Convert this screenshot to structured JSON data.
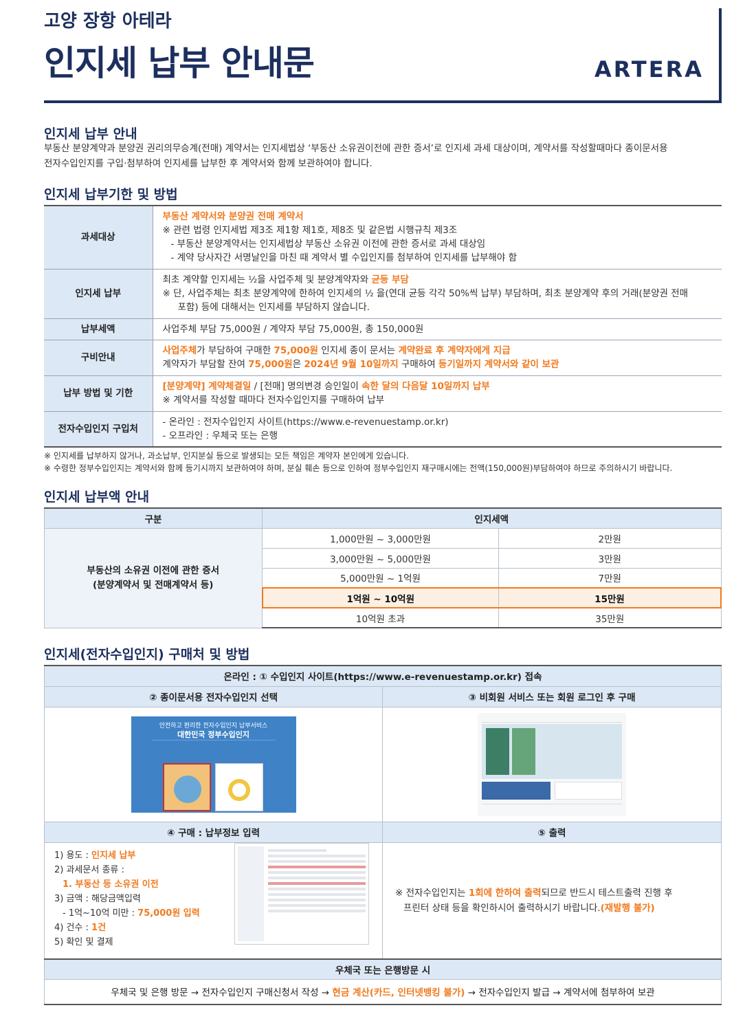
{
  "header": {
    "subtitle": "고양 장항 아테라",
    "title": "인지세 납부 안내문",
    "logo": "ARTERA"
  },
  "intro": {
    "title": "인지세 납부 안내",
    "line1": "부동산 분양계약과 분양권 권리의무승계(전매) 계약서는 인지세법상 ‘부동산 소유권이전에 관한 증서’로 인지세 과세 대상이며, 계약서를 작성할때마다 종이문서용",
    "line2": "전자수입인지를 구입·첨부하여 인지세를 납부한 후 계약서와 함께 보관하여야 합니다."
  },
  "method": {
    "title": "인지세 납부기한 및 방법",
    "rows": {
      "target": {
        "head": "과세대상",
        "l1": "부동산 계약서와 분양권 전매 계약서",
        "l2": "※ 관련 법령 인지세법 제3조 제1항 제1호, 제8조 및 같은법 시행규칙 제3조",
        "l3": "- 부동산 분양계약서는 인지세법상 부동산 소유권 이전에 관한 증서로 과세 대상임",
        "l4": "- 계약 당사자간 서명날인을 마친 때 계약서 별 수입인지를 첨부하여 인지세를 납부해야 함"
      },
      "pay": {
        "head": "인지세 납부",
        "l1a": "최초 계약할 인지세는 ½을 사업주체 및 분양계약자와 ",
        "l1b": "균등 부담",
        "l2": "※ 단, 사업주체는 최초 분양계약에 한하여 인지세의 ½ 을(연대 균등 각각 50%씩 납부) 부담하며, 최초 분양계약 후의 거래(분양권 전매",
        "l3": "포함) 등에 대해서는 인지세를 부담하지 않습니다."
      },
      "amount": {
        "head": "납부세액",
        "l1": "사업주체 부담 75,000원 / 계약자 부담 75,000원, 총 150,000원"
      },
      "buy": {
        "head": "구비안내",
        "a1": "사업주체",
        "a2": "가 부담하여 구매한 ",
        "a3": "75,000원",
        "a4": " 인지세 종이 문서는 ",
        "a5": "계약완료 후 계약자에게 지급",
        "b1": "계약자가 부담할 잔여 ",
        "b2": "75,000원",
        "b3": "은 ",
        "b4": "2024년 9월 10일까지",
        "b5": " 구매하여 ",
        "b6": "등기일까지 계약서와 같이 보관"
      },
      "deadline": {
        "head": "납부 방법 및 기한",
        "a1": "[분양계약] 계약체결일",
        "a2": " / [전매] 명의변경 승인일이 ",
        "a3": "속한 달의 다음달 10일까지 납부",
        "l2": "※ 계약서를 작성할 때마다 전자수입인지를 구매하여 납부"
      },
      "where": {
        "head": "전자수입인지 구입처",
        "l1": "- 온라인 : 전자수입인지 사이트(https://www.e-revenuestamp.or.kr)",
        "l2": "- 오프라인 : 우체국 또는 은행"
      }
    },
    "notes": [
      "※ 인지세를 납부하지 않거나, 과소납부, 인지분실 등으로 발생되는 모든 책임은 계약자 본인에게 있습니다.",
      "※ 수령한 정부수입인지는 계약서와 함께 등기시까지 보관하여야 하며, 분실 훼손 등으로 인하여 정부수입인지 재구매시에는 전액(150,000원)부담하여야 하므로 주의하시기 바랍니다."
    ]
  },
  "amount_table": {
    "title": "인지세 납부액 안내",
    "col1": "구분",
    "col2": "인지세액",
    "category_l1": "부동산의 소유권 이전에 관한 증서",
    "category_l2": "(분양계약서 및 전매계약서 등)",
    "rows": [
      {
        "range": "1,000만원 ~ 3,000만원",
        "tax": "2만원"
      },
      {
        "range": "3,000만원 ~ 5,000만원",
        "tax": "3만원"
      },
      {
        "range": "5,000만원 ~ 1억원",
        "tax": "7만원"
      },
      {
        "range": "1억원 ~ 10억원",
        "tax": "15만원"
      },
      {
        "range": "10억원 초과",
        "tax": "35만원"
      }
    ]
  },
  "purchase": {
    "title": "인지세(전자수입인지) 구매처 및 방법",
    "online": "온라인 : ① 수입인지 사이트(https://www.e-revenuestamp.or.kr) 접속",
    "step2": "② 종이문서용 전자수입인지 선택",
    "step3": "③ 비회원 서비스 또는 회원 로그인 후 구매",
    "shot2_top": "안전하고 편리한 전자수입인지 납부서비스",
    "shot2_title": "대한민국 정부수입인지",
    "step4": "④ 구매 : 납부정보 입력",
    "step5": "⑤ 출력",
    "list": {
      "i1a": "1) 용도 : ",
      "i1b": "인지세 납부",
      "i2": "2) 과세문서 종류 :",
      "i2b": "1. 부동산 등 소유권 이전",
      "i3": "3) 금액 : 해당금액입력",
      "i3b": "- 1억~10억 미만 : ",
      "i3c": "75,000원 입력",
      "i4a": "4) 건수 : ",
      "i4b": "1건",
      "i5": "5) 확인 및 결제"
    },
    "print": {
      "a1": "※ 전자수입인지는 ",
      "a2": "1회에 한하여 출력",
      "a3": "되므로 반드시 테스트출력 진행 후",
      "b1": "프린터 상태 등을 확인하시어 출력하시기 바랍니다.",
      "b2": "(재발행 불가)"
    },
    "offline_head": "우체국 또는 은행방문 시",
    "offline": {
      "a": "우체국 및 은행 방문 → 전자수입인지 구매신청서 작성 → ",
      "b": "현금 계산(카드, 인터넷뱅킹 불가)",
      "c": " → 전자수입인지 발급 → 계약서에 첨부하여 보관"
    }
  }
}
